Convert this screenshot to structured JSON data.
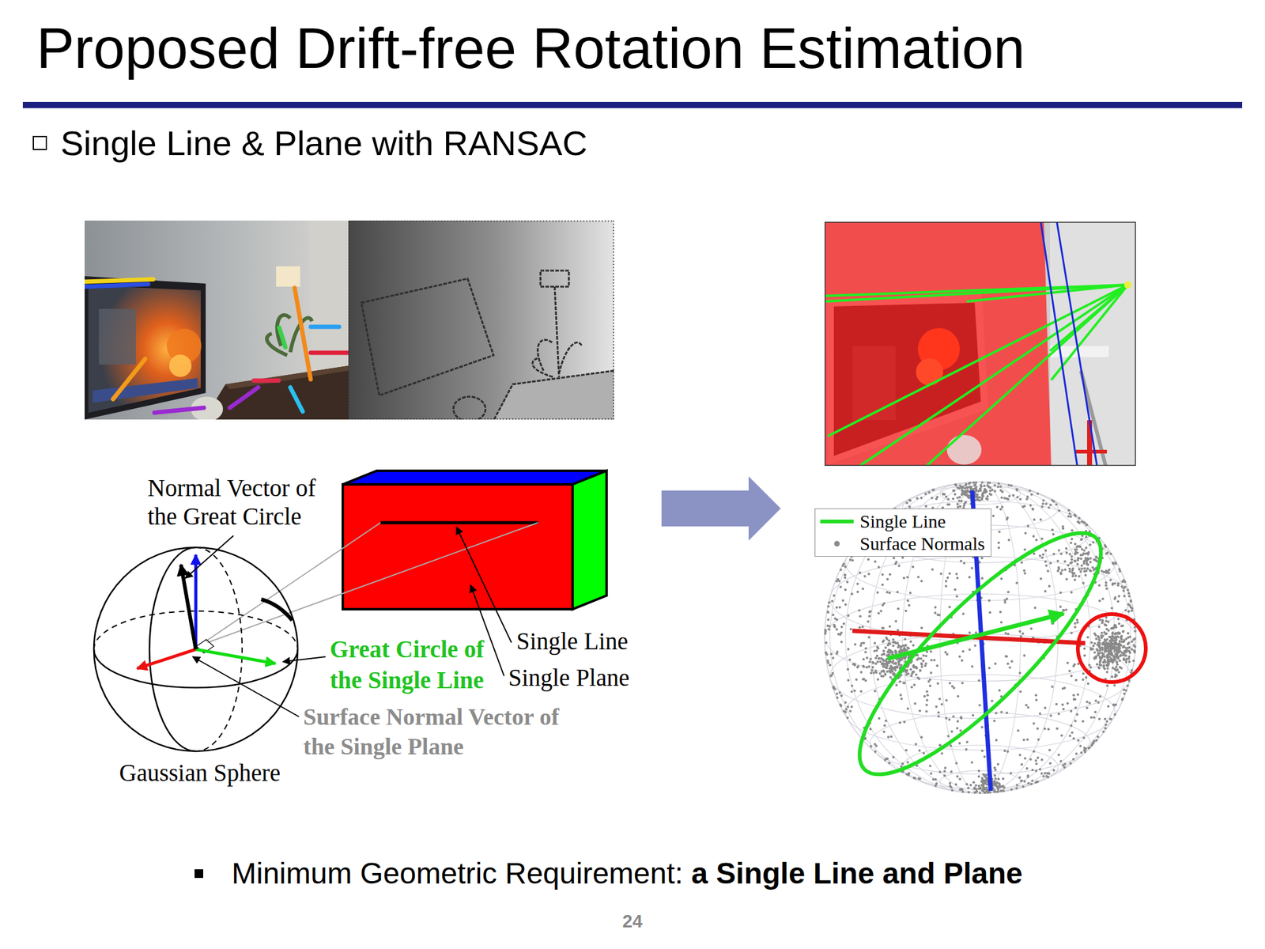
{
  "diagram": {
    "title": "Proposed Drift-free Rotation Estimation",
    "labels": [
      "Single Line & Plane with RANSAC",
      "Normal Vector of the Great Circle",
      "Single Line",
      "Single Plane",
      "Great Circle of the Single Line",
      "Surface Normal Vector of the Single Plane",
      "Gaussian Sphere",
      "Minimum Geometric Requirement:",
      "a Single Line and Plane",
      "24"
    ],
    "legend": [
      {
        "text": "Single Line"
      },
      {
        "text": "Surface Normals"
      }
    ]
  }
}
